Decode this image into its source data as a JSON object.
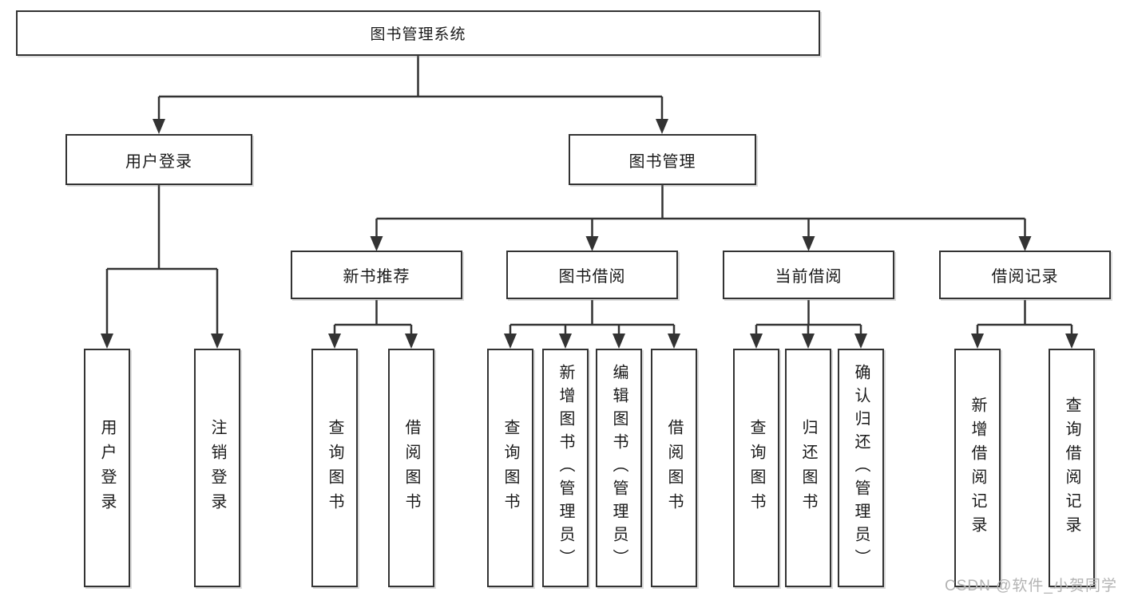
{
  "diagram": {
    "root": {
      "label": "图书管理系统"
    },
    "level2": [
      {
        "label": "用户登录",
        "parent": "图书管理系统"
      },
      {
        "label": "图书管理",
        "parent": "图书管理系统"
      }
    ],
    "level3": [
      {
        "label": "新书推荐",
        "parent": "图书管理"
      },
      {
        "label": "图书借阅",
        "parent": "图书管理"
      },
      {
        "label": "当前借阅",
        "parent": "图书管理"
      },
      {
        "label": "借阅记录",
        "parent": "图书管理"
      }
    ],
    "leaves": [
      {
        "label": "用户登录",
        "parent": "用户登录"
      },
      {
        "label": "注销登录",
        "parent": "用户登录"
      },
      {
        "label": "查询图书",
        "parent": "新书推荐"
      },
      {
        "label": "借阅图书",
        "parent": "新书推荐"
      },
      {
        "label": "查询图书",
        "parent": "图书借阅"
      },
      {
        "label": "新增图书（管理员）",
        "parent": "图书借阅"
      },
      {
        "label": "编辑图书（管理员）",
        "parent": "图书借阅"
      },
      {
        "label": "借阅图书",
        "parent": "图书借阅"
      },
      {
        "label": "查询图书",
        "parent": "当前借阅"
      },
      {
        "label": "归还图书",
        "parent": "当前借阅"
      },
      {
        "label": "确认归还（管理员）",
        "parent": "当前借阅"
      },
      {
        "label": "新增借阅记录",
        "parent": "借阅记录"
      },
      {
        "label": "查询借阅记录",
        "parent": "借阅记录"
      }
    ],
    "watermark": "CSDN @软件_小贺同学",
    "colors": {
      "line": "#333333",
      "text": "#1a1a1a",
      "box_background": "#ffffff",
      "watermark": "#b3b3b3"
    }
  }
}
